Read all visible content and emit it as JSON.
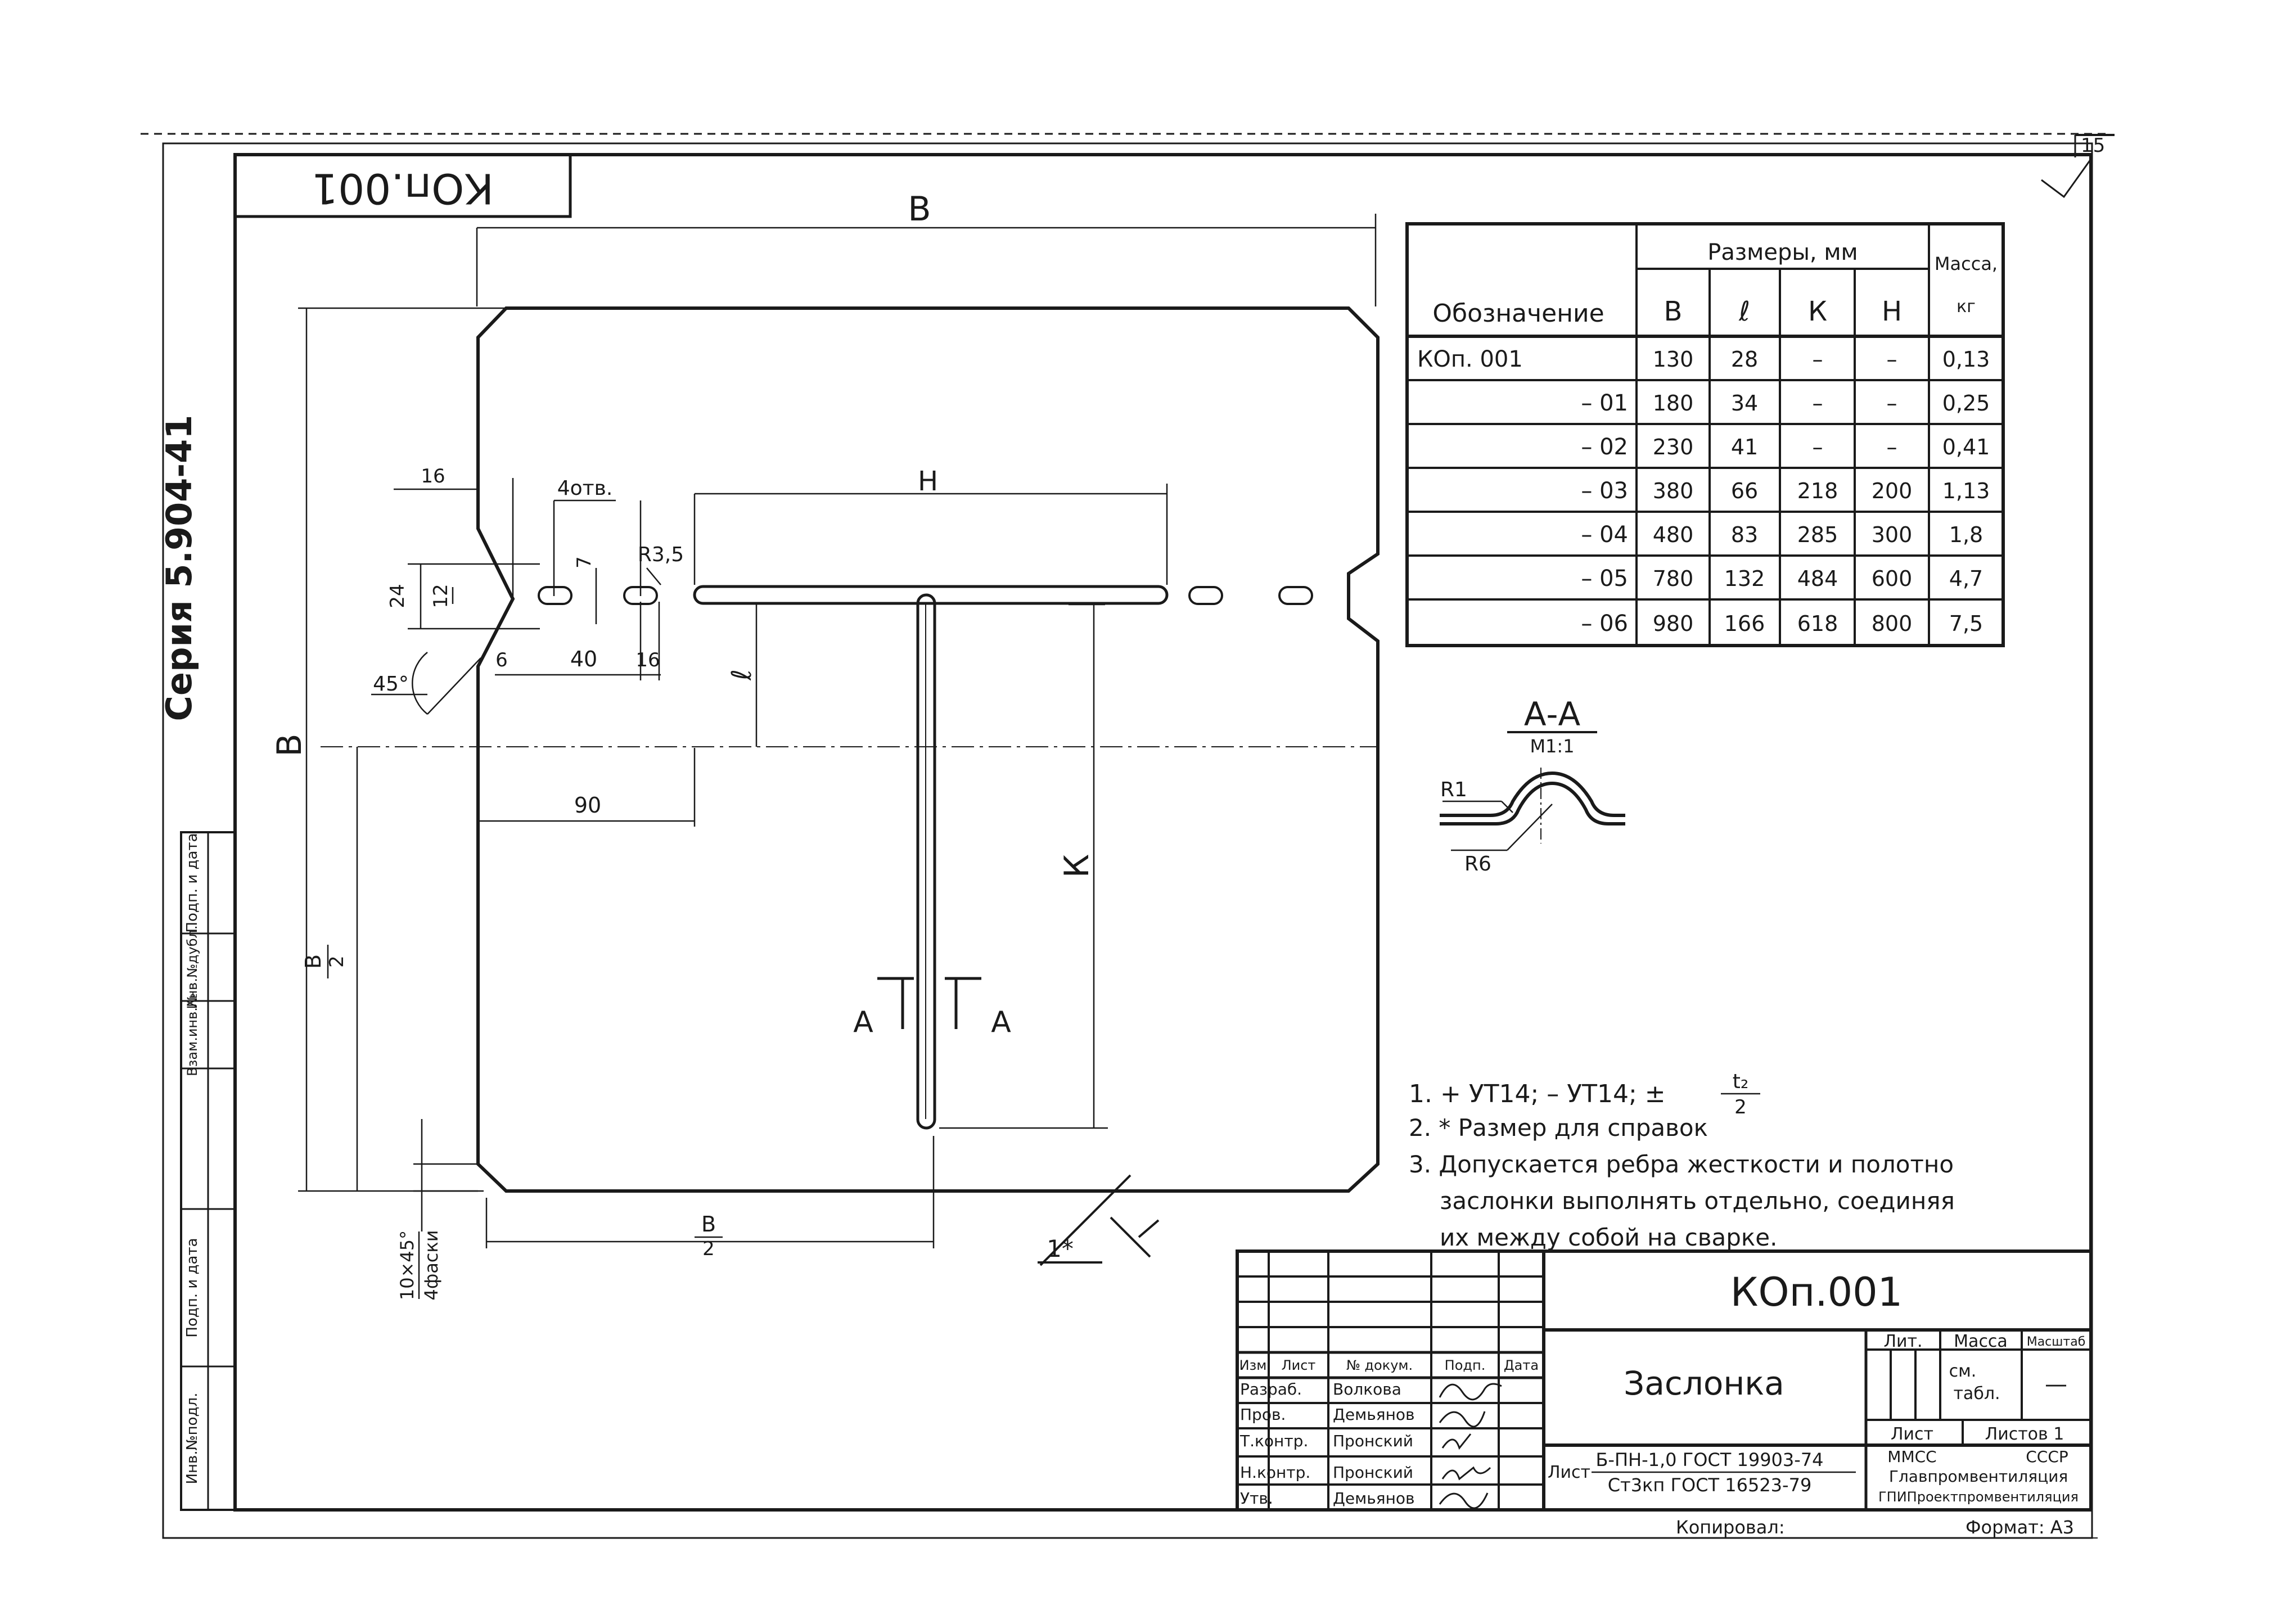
{
  "stamp_top": "КОп.001",
  "series": "Серия 5.904-41",
  "corner_mark": "15",
  "dims": {
    "B_top": "В",
    "B_left": "В",
    "H": "Н",
    "l": "ℓ",
    "K": "К",
    "d16_top": "16",
    "holes": "4отв.",
    "d7": "7",
    "r35": "R3,5",
    "d24": "24",
    "d12": "12",
    "d6": "6",
    "d40": "40",
    "d16_bot": "16",
    "a45": "45°",
    "d90": "90",
    "B2_num": "В",
    "B2_den": "2",
    "B2_bot_num": "В",
    "B2_bot_den": "2",
    "ch_num": "10×45°",
    "ch_den": "4фаски",
    "section_A_left": "А",
    "section_A_right": "А",
    "weld_mark": "1*"
  },
  "section_view": {
    "title": "А-А",
    "scale": "М1:1",
    "r1": "R1",
    "r6": "R6"
  },
  "table": {
    "h_designation": "Обозначение",
    "h_sizes": "Размеры, мм",
    "h_mass": "Масса,",
    "h_mass_unit": "кг",
    "cols": [
      "В",
      "ℓ",
      "К",
      "Н"
    ],
    "rows": [
      [
        "КОп. 001",
        "130",
        "28",
        "–",
        "–",
        "0,13"
      ],
      [
        "– 01",
        "180",
        "34",
        "–",
        "–",
        "0,25"
      ],
      [
        "– 02",
        "230",
        "41",
        "–",
        "–",
        "0,41"
      ],
      [
        "– 03",
        "380",
        "66",
        "218",
        "200",
        "1,13"
      ],
      [
        "– 04",
        "480",
        "83",
        "285",
        "300",
        "1,8"
      ],
      [
        "– 05",
        "780",
        "132",
        "484",
        "600",
        "4,7"
      ],
      [
        "– 06",
        "980",
        "166",
        "618",
        "800",
        "7,5"
      ]
    ]
  },
  "notes": {
    "n1": "1. + УТ14; – УТ14; ±",
    "n1_frac_num": "t₂",
    "n1_frac_den": "2",
    "n2": "2. * Размер для справок",
    "n3a": "3. Допускается ребра жесткости и полотно",
    "n3b": "заслонки выполнять отдельно, соединяя",
    "n3c": "их между собой на сварке."
  },
  "side_strip": [
    "Инв.№подл.",
    "Подп. и дата",
    "Взам.инв.№",
    "Инв.№дубл.",
    "Подп. и дата"
  ],
  "title_block": {
    "code": "КОп.001",
    "name": "Заслонка",
    "material_label": "Лист",
    "material_1": "Б-ПН-1,0 ГОСТ 19903-74",
    "material_2": "Ст3кп ГОСТ 16523-79",
    "h_lit": "Лит.",
    "h_mass": "Масса",
    "h_scale": "Масштаб",
    "mass_val_1": "см.",
    "mass_val_2": "табл.",
    "scale_val": "—",
    "sheet": "Лист",
    "sheets": "Листов 1",
    "org_1": "ММСС",
    "org_1b": "СССР",
    "org_2": "Главпромвентиляция",
    "org_3": "ГПИПроектпромвентиляция",
    "headers": [
      "Изм",
      "Лист",
      "№ докум.",
      "Подп.",
      "Дата"
    ],
    "roles": [
      {
        "role": "Разраб.",
        "name": "Волкова"
      },
      {
        "role": "Пров.",
        "name": "Демьянов"
      },
      {
        "role": "Т.контр.",
        "name": "Пронский"
      },
      {
        "role": "Н.контр.",
        "name": "Пронский"
      },
      {
        "role": "Утв.",
        "name": "Демьянов"
      }
    ]
  },
  "footer": {
    "copied": "Копировал:",
    "format": "Формат: А3"
  }
}
